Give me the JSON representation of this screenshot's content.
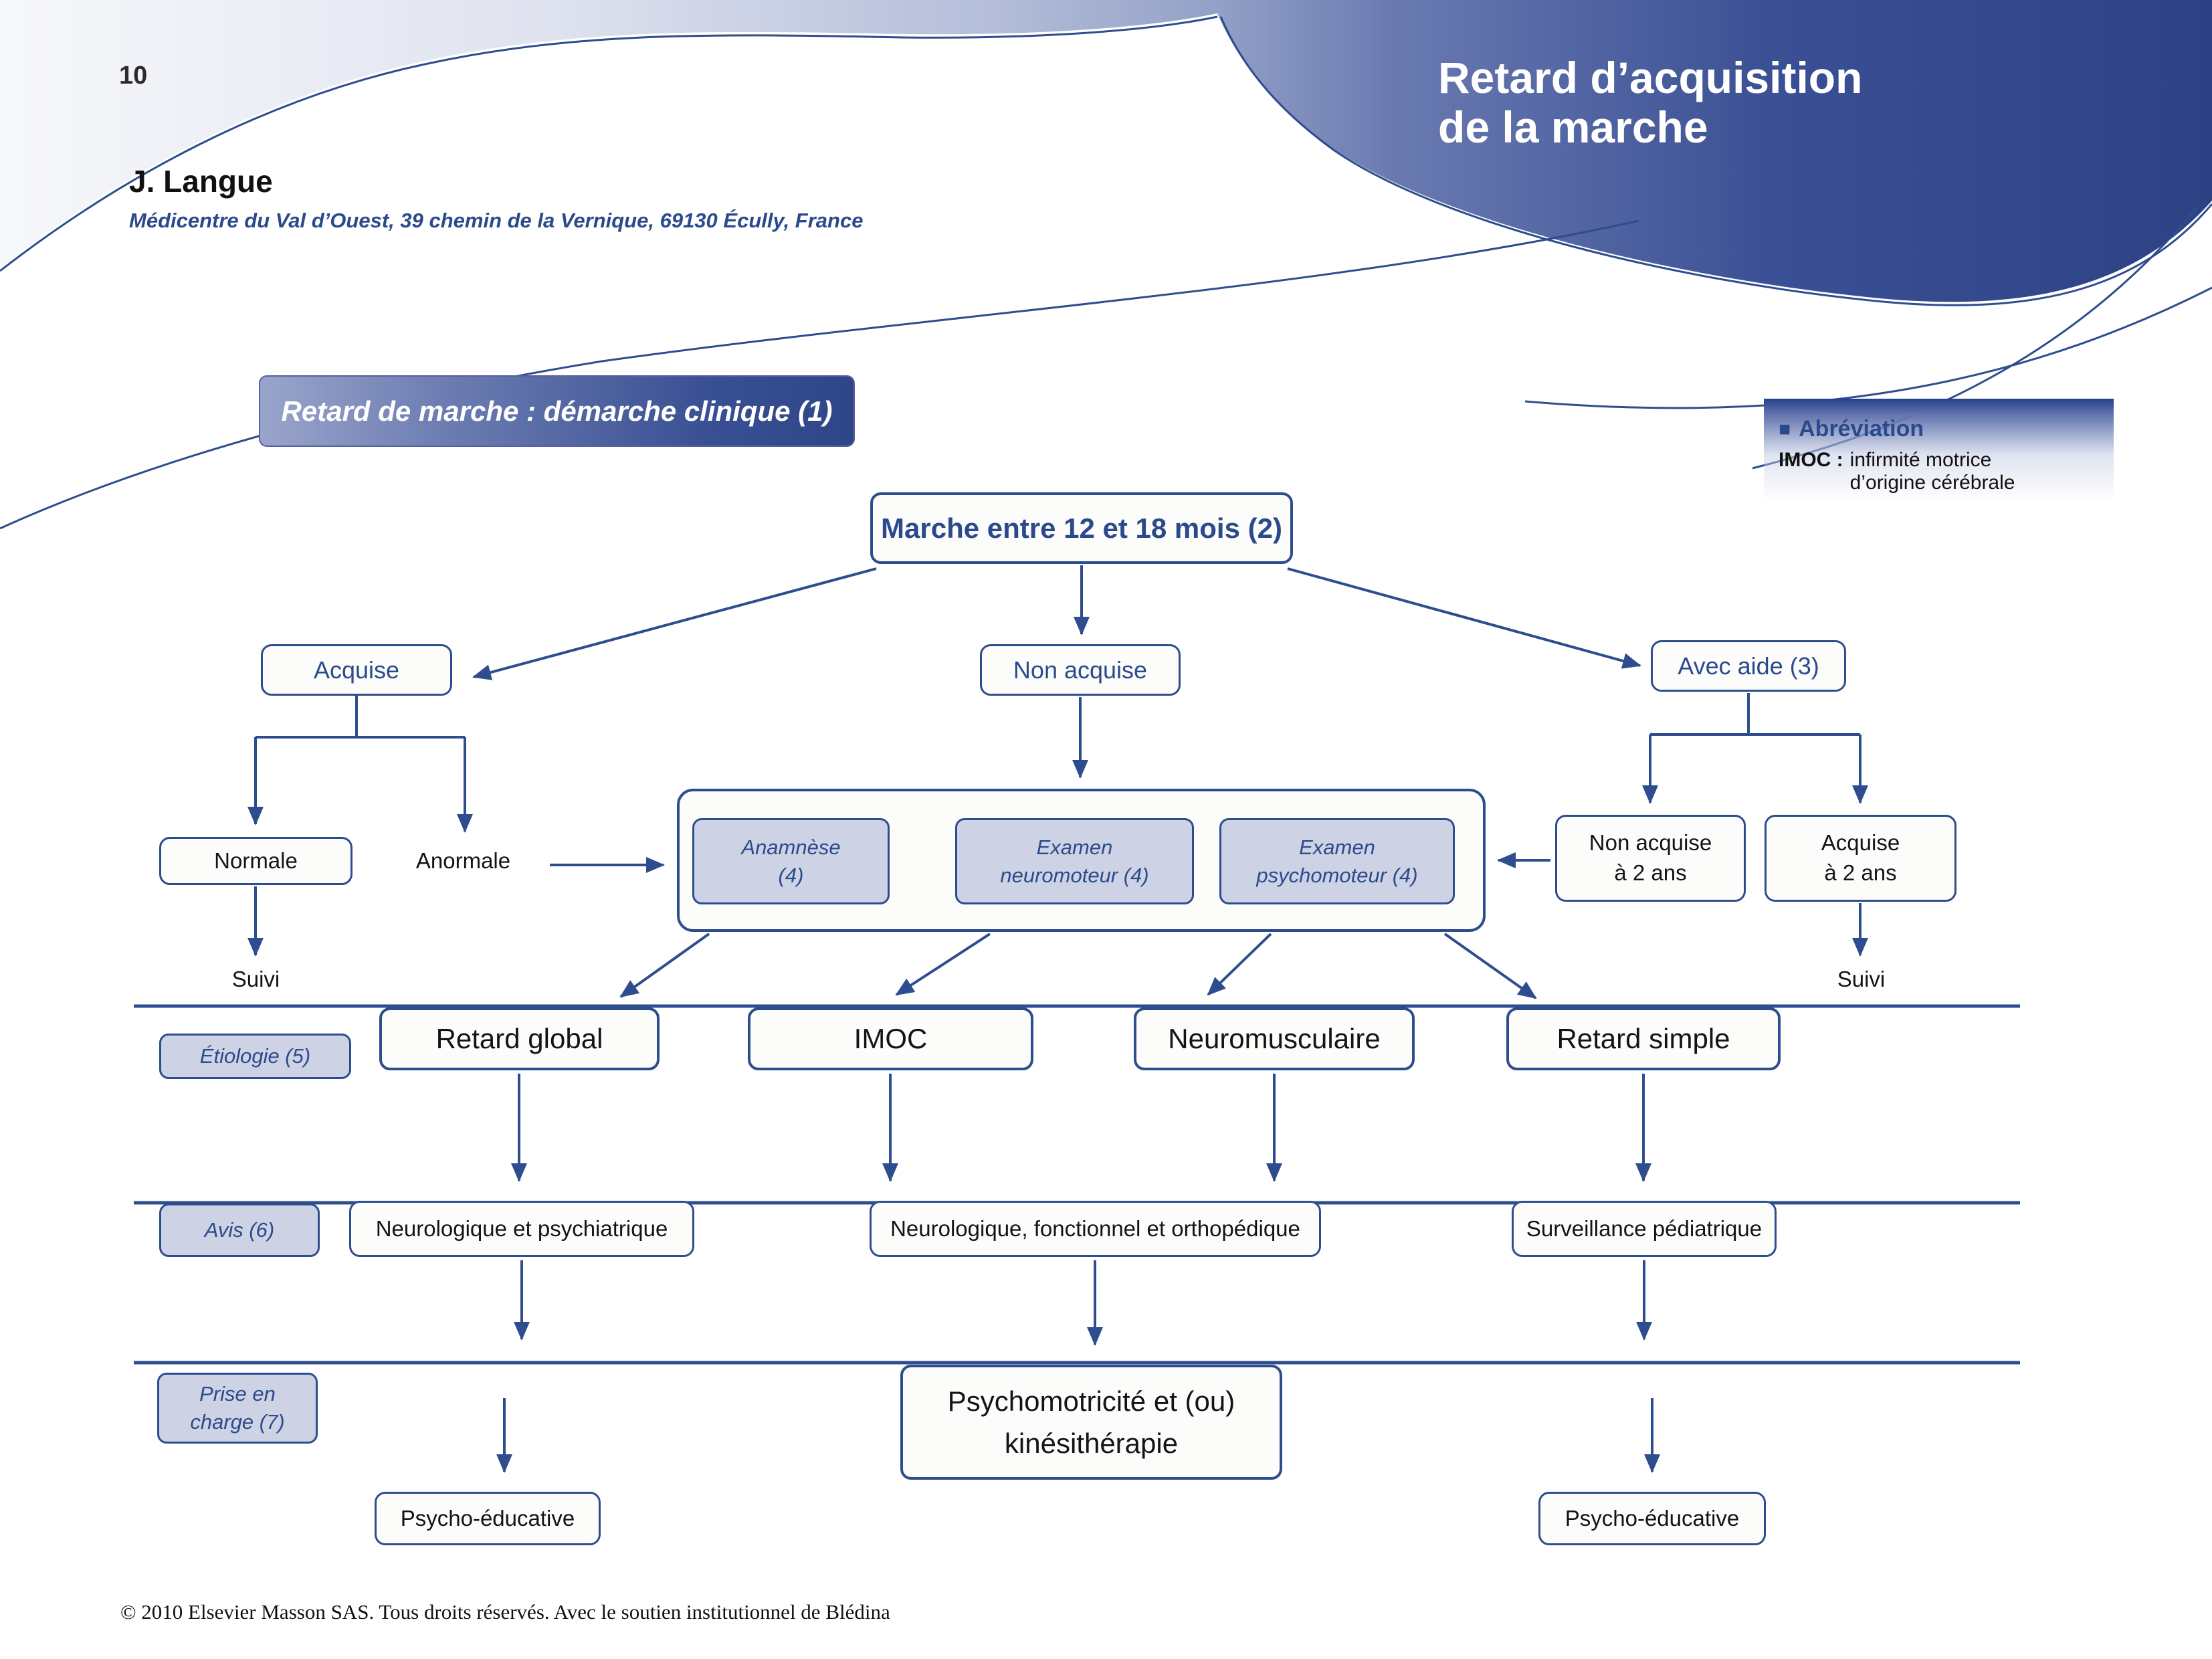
{
  "page": {
    "number": "10",
    "author": "J. Langue",
    "affiliation": "Médicentre du Val d’Ouest, 39 chemin de la Vernique, 69130 Écully, France",
    "title": "Retard d’acquisition\nde la marche",
    "footer": "© 2010 Elsevier Masson SAS. Tous droits réservés. Avec le soutien institutionnel de Blédina"
  },
  "abbreviation": {
    "bullet": "■",
    "heading": "Abréviation",
    "term": "IMOC :",
    "definition": "infirmité motrice\nd’origine cérébrale"
  },
  "flow": {
    "root": "Retard de marche : démarche clinique (1)",
    "entry": "Marche entre 12 et 18 mois (2)",
    "acquise": "Acquise",
    "non_acquise": "Non acquise",
    "avec_aide": "Avec aide (3)",
    "normale": "Normale",
    "anormale": "Anormale",
    "anamnese": "Anamnèse\n(4)",
    "examen_neuromoteur": "Examen\nneuromoteur (4)",
    "examen_psychomoteur": "Examen\npsychomoteur (4)",
    "non_acquise_2ans": "Non acquise\nà 2 ans",
    "acquise_2ans": "Acquise\nà 2 ans",
    "suivi_left": "Suivi",
    "suivi_right": "Suivi",
    "etiologie_label": "Étiologie (5)",
    "etiologies": [
      "Retard global",
      "IMOC",
      "Neuromusculaire",
      "Retard simple"
    ],
    "avis_label": "Avis (6)",
    "avis": [
      "Neurologique et psychiatrique",
      "Neurologique, fonctionnel et orthopédique",
      "Surveillance pédiatrique"
    ],
    "prise_en_charge_label": "Prise en\ncharge (7)",
    "prise_middle": "Psychomotricité et (ou)\nkinésithérapie",
    "prise_left": "Psycho-éducative",
    "prise_right": "Psycho-éducative"
  },
  "colors": {
    "accent": "#2e4d8e",
    "node_fill": "#fcfcfa",
    "label_fill": "#cdd3e5",
    "header_dark": "#2c4285",
    "header_light": "#f7f8fb"
  }
}
